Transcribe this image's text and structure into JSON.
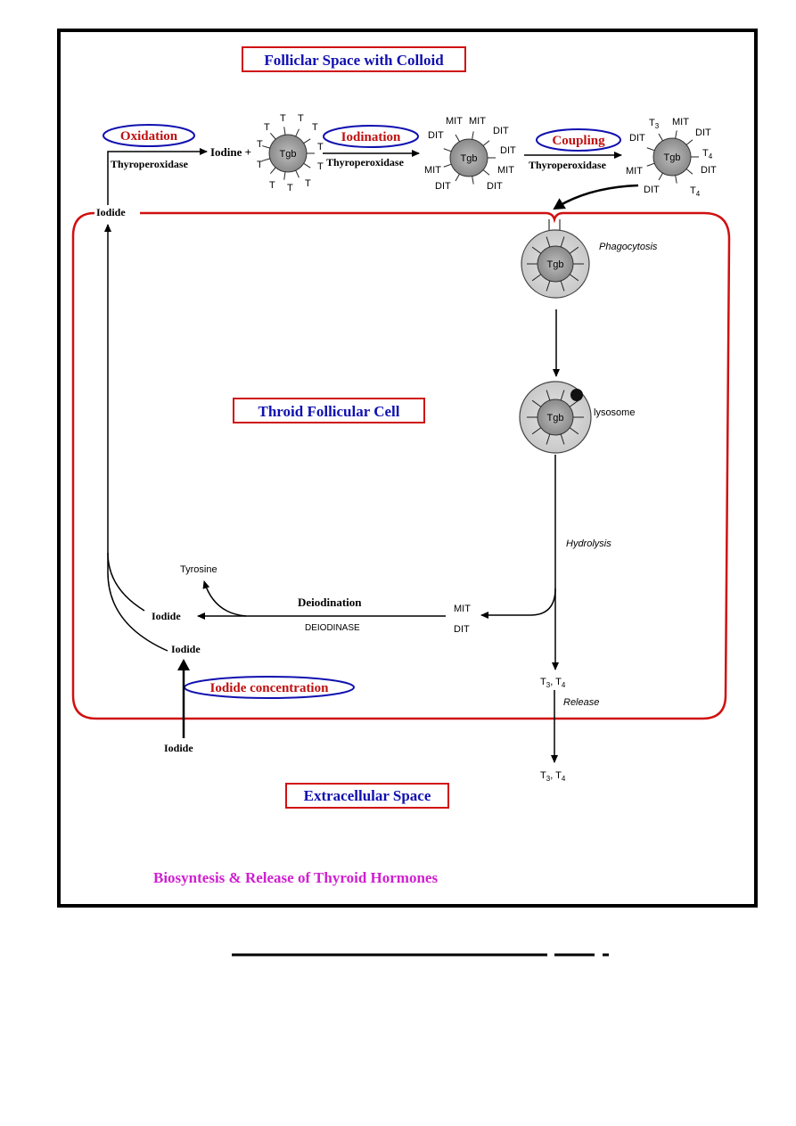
{
  "headings": {
    "follicular_space": "Folliclar Space with Colloid",
    "follicular_cell": "Throid Follicular Cell",
    "extracellular_space": "Extracellular Space",
    "caption": "Biosyntesis & Release of Thyroid Hormones"
  },
  "steps": {
    "oxidation": "Oxidation",
    "iodination": "Iodination",
    "coupling": "Coupling",
    "iodide_concentration": "Iodide concentration",
    "deiodination": "Deiodination"
  },
  "enzymes": {
    "thyroperoxidase": "Thyroperoxidase",
    "deiodinase": "DEIODINASE"
  },
  "molecules": {
    "iodide": "Iodide",
    "iodine_plus": "Iodine +",
    "tgb": "Tgb",
    "t": "T",
    "mit": "MIT",
    "dit": "DIT",
    "t3": "T3",
    "t4": "T4",
    "t3_t4": "T3, T4",
    "tyrosine": "Tyrosine"
  },
  "processes": {
    "phagocytosis": "Phagocytosis",
    "lysosome": "lysosome",
    "hydrolysis": "Hydrolysis",
    "release": "Release"
  },
  "colors": {
    "red": "#d01010",
    "blue": "#1010b0",
    "darkred": "#c01010",
    "magenta": "#d020d0",
    "black": "#000000"
  }
}
